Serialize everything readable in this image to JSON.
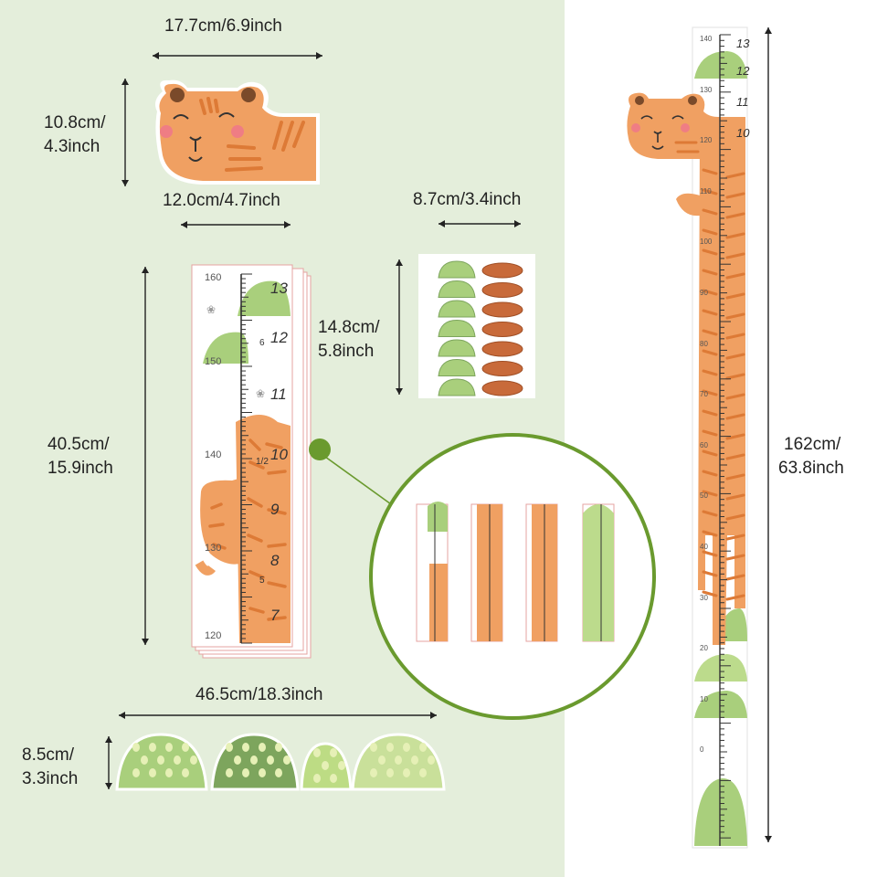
{
  "dimensions": {
    "head_width": "17.7cm/6.9inch",
    "head_height_line1": "10.8cm/",
    "head_height_line2": "4.3inch",
    "head_neck_width": "12.0cm/4.7inch",
    "sticker_width": "8.7cm/3.4inch",
    "sticker_height_line1": "14.8cm/",
    "sticker_height_line2": "5.8inch",
    "strip_height_line1": "40.5cm/",
    "strip_height_line2": "15.9inch",
    "total_width": "46.5cm/18.3inch",
    "bush_height_line1": "8.5cm/",
    "bush_height_line2": "3.3inch",
    "total_height_line1": "162cm/",
    "total_height_line2": "63.8inch"
  },
  "strip_ruler": {
    "cm_labels": [
      "160",
      "150",
      "140",
      "130",
      "120"
    ],
    "age_labels": [
      "13",
      "12",
      "11",
      "10",
      "9",
      "8",
      "7"
    ],
    "feet_labels": [
      "6",
      "1/2",
      "5"
    ]
  },
  "tall_ruler": {
    "cm_labels": [
      "140",
      "130",
      "120",
      "110",
      "100",
      "90",
      "80",
      "70",
      "60",
      "50",
      "40",
      "30",
      "20",
      "10",
      "0"
    ],
    "age_labels": [
      "13",
      "12",
      "11",
      "10"
    ]
  },
  "colors": {
    "panel_green": "#e4eedb",
    "tiger_orange": "#f0a062",
    "stripe_orange": "#dd7a36",
    "bush_green": "#a9cf7c",
    "bush_dark": "#7da55d",
    "circle_green": "#6a9a2e"
  }
}
